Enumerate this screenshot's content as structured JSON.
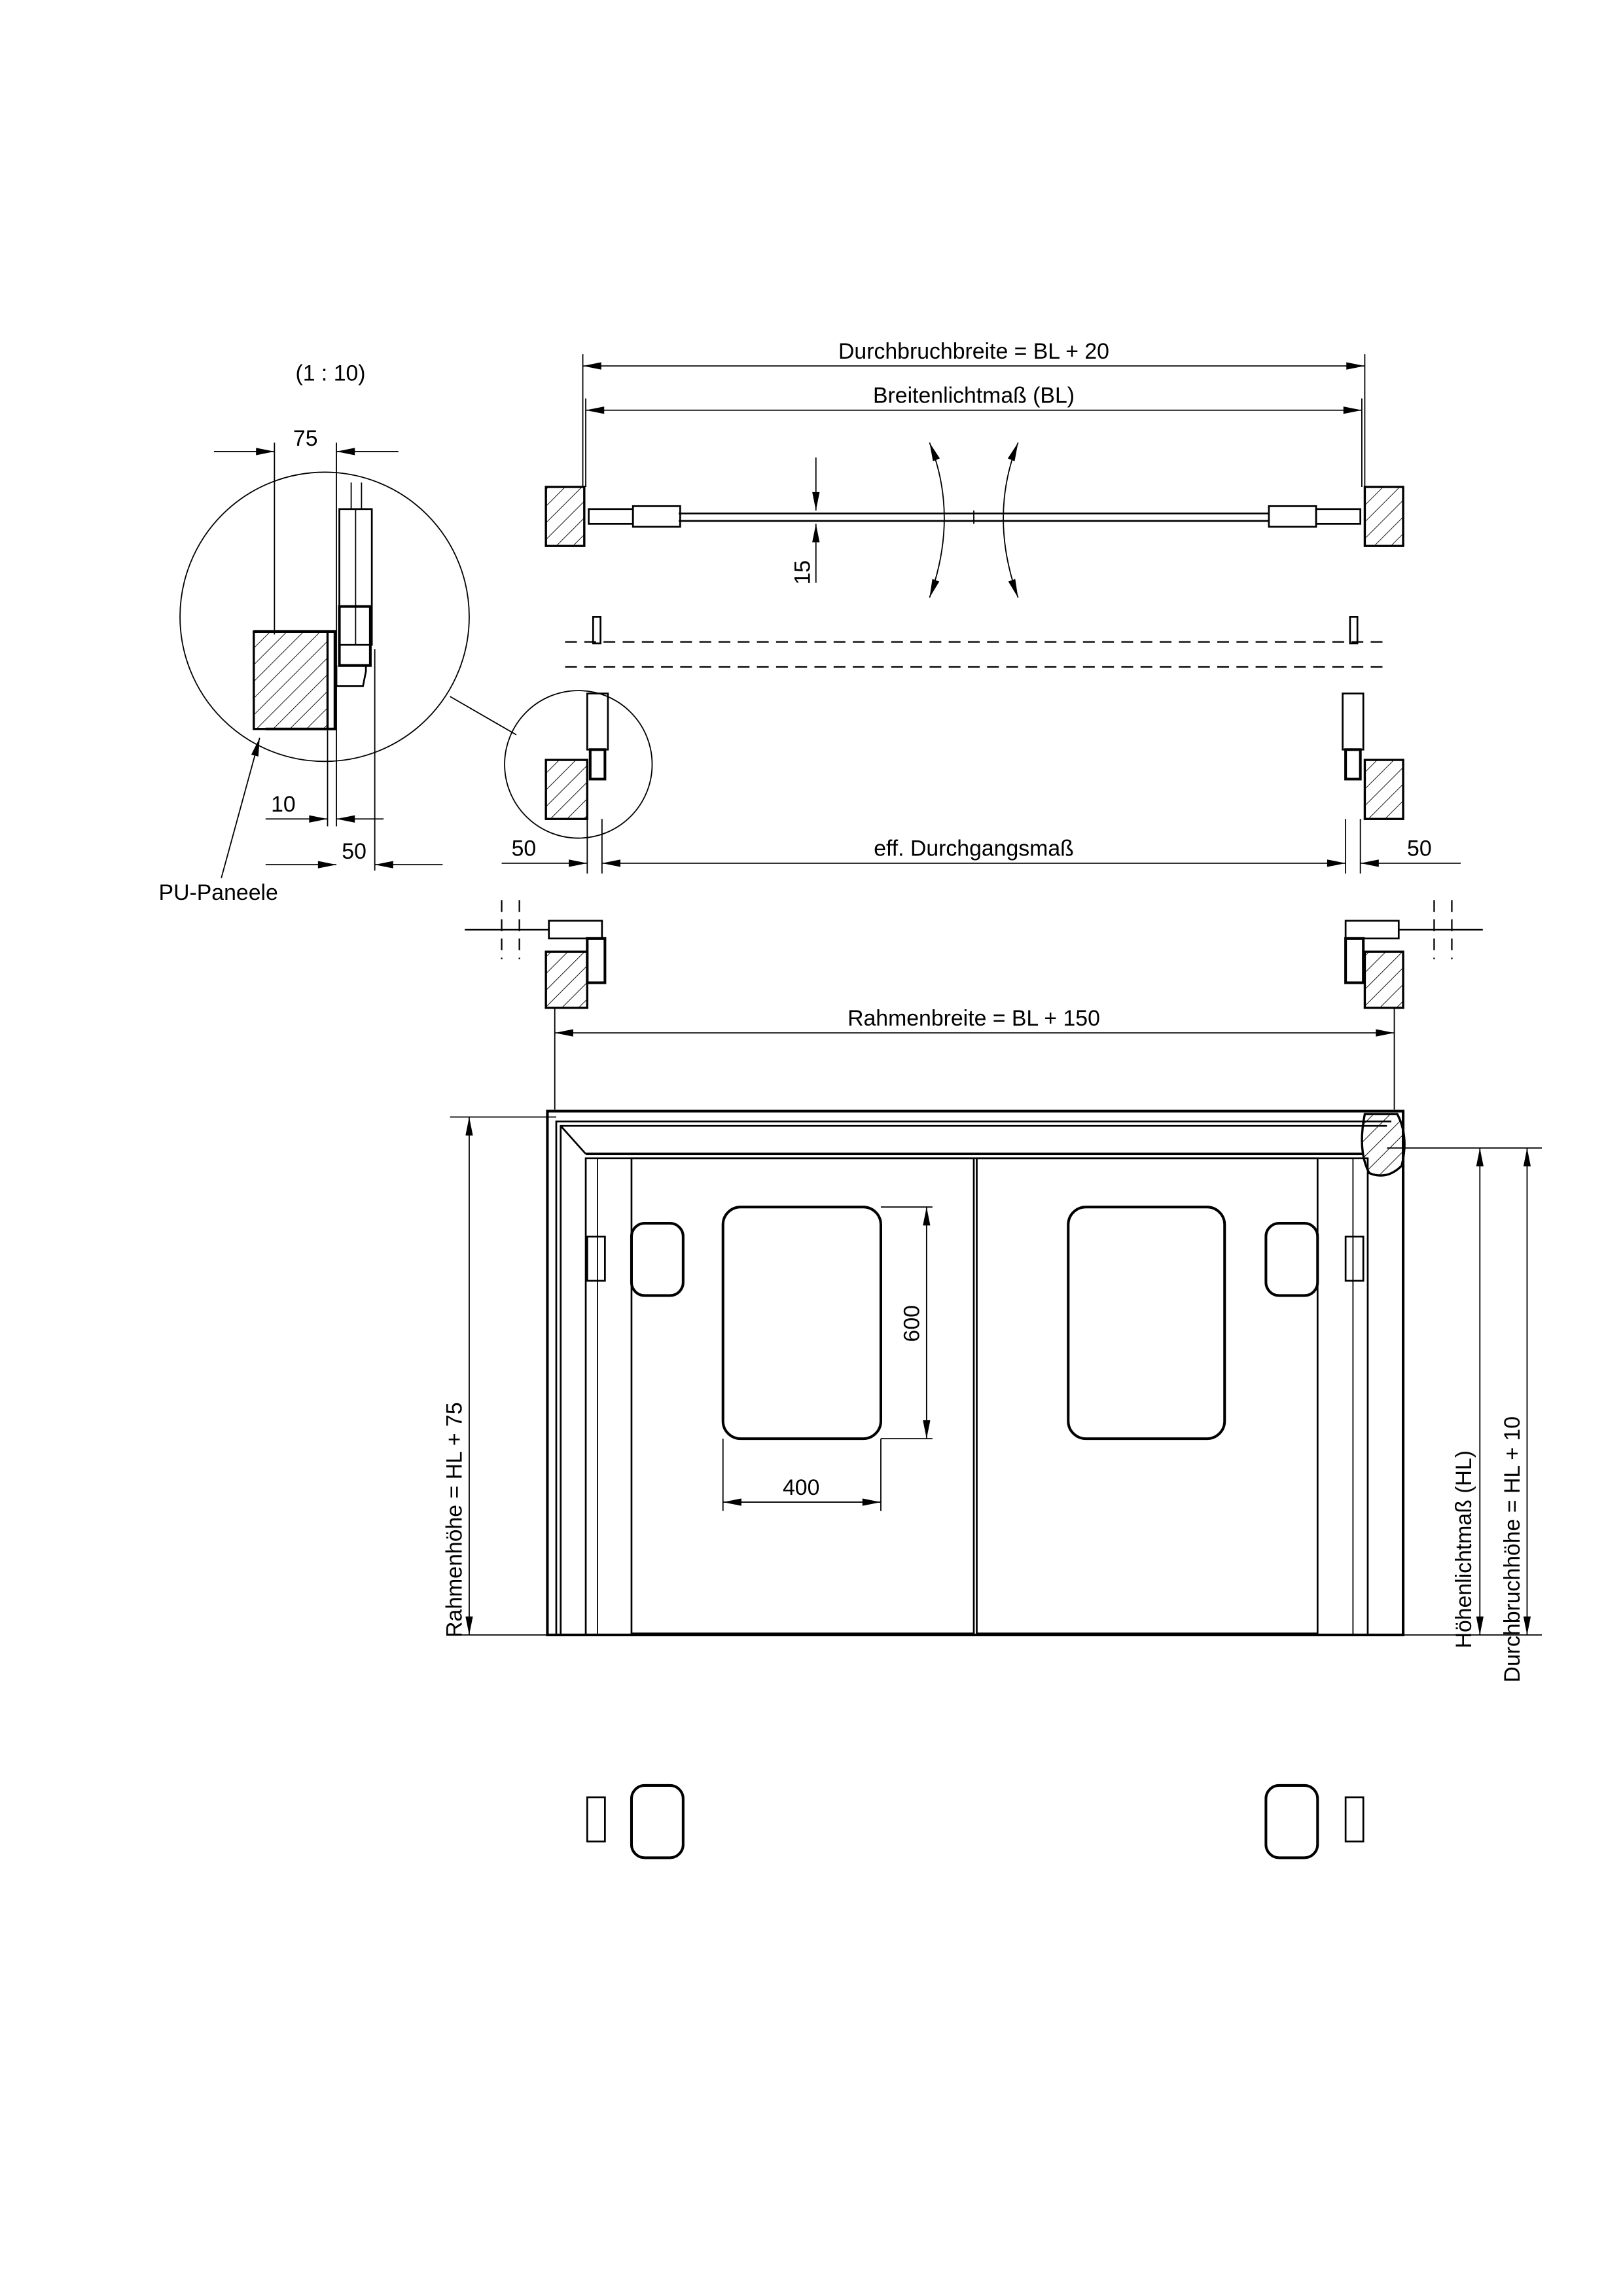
{
  "scale": "(1 : 10)",
  "detail": {
    "dim_75": "75",
    "dim_10": "10",
    "dim_50": "50",
    "label_pu": "PU-Paneele"
  },
  "plan": {
    "durchbruchbreite": "Durchbruchbreite = BL + 20",
    "breitenlichtmass": "Breitenlichtmaß (BL)",
    "dim_15": "15",
    "dim_50_left": "50",
    "eff_durchgang": "eff. Durchgangsmaß",
    "dim_50_right": "50",
    "rahmenbreite": "Rahmenbreite = BL + 150"
  },
  "elevation": {
    "window_height": "600",
    "window_width": "400",
    "rahmenhoehe": "Rahmenhöhe = HL + 75",
    "hoehenlichtmass": "Höhenlichtmaß (HL)",
    "durchbruchhoehe": "Durchbruchhöhe = HL + 10"
  }
}
